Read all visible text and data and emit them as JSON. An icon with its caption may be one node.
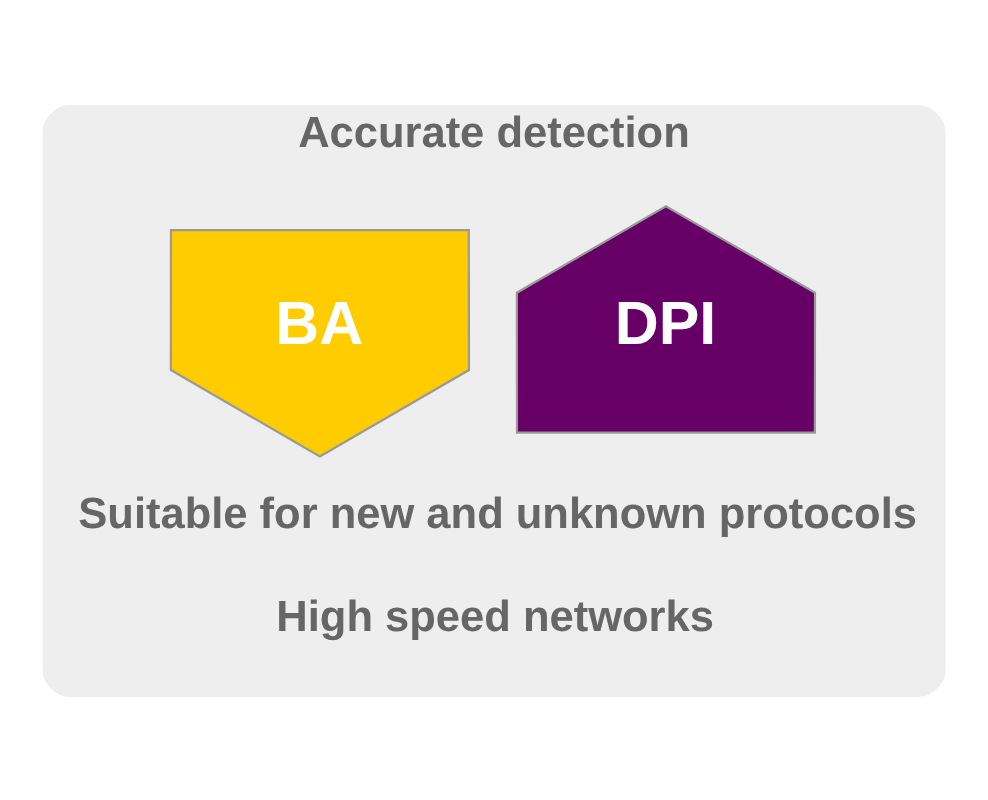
{
  "diagram": {
    "nodes": [
      {
        "text": [
          "Accurate detection"
        ]
      },
      {
        "text": [
          "DPI"
        ],
        "in": 0
      },
      {
        "text": [
          "BA"
        ],
        "in": 0
      }
    ],
    "edges": [],
    "labels": [
      "Suitable for new and unknown protocols",
      "High speed networks"
    ]
  }
}
